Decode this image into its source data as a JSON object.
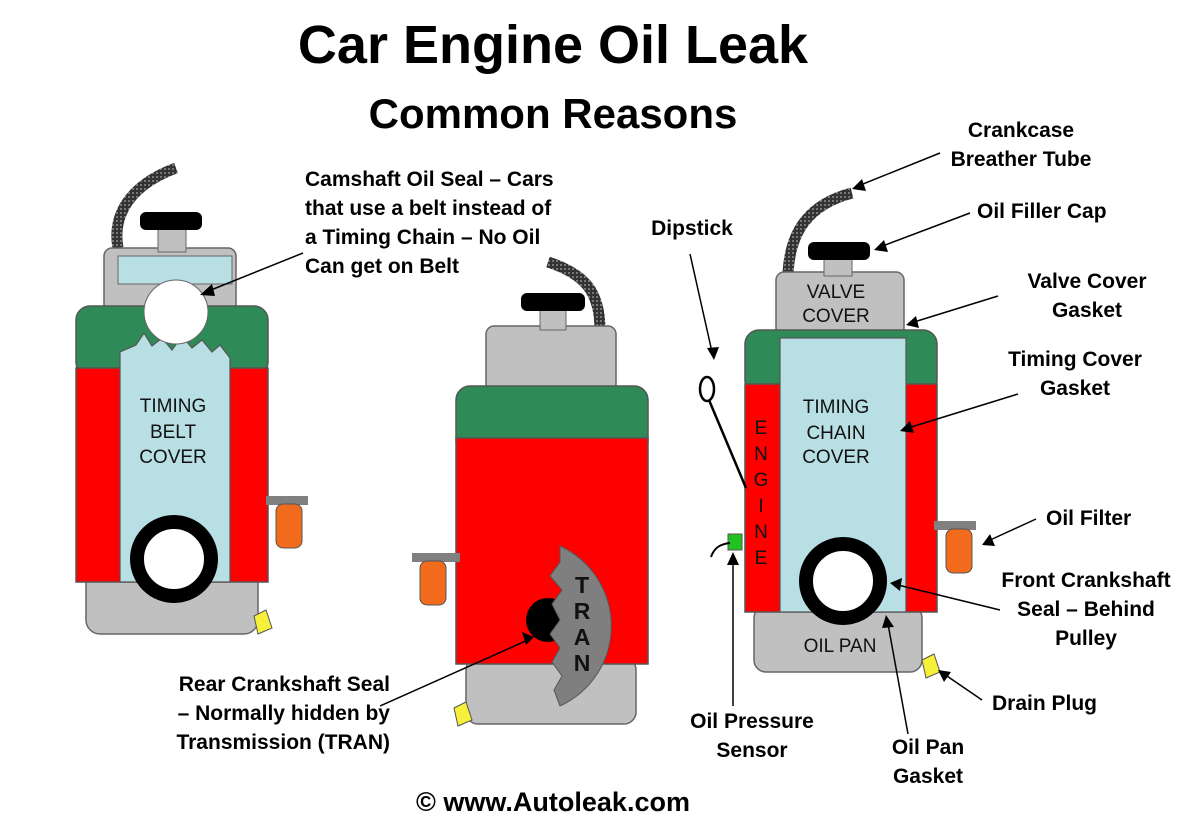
{
  "title": "Car Engine Oil Leak",
  "subtitle": "Common Reasons",
  "copyright": "© www.Autoleak.com",
  "left_engine": {
    "cover_label": [
      "TIMING",
      "BELT",
      "COVER"
    ],
    "callout_camshaft": [
      "Camshaft Oil Seal – Cars",
      "that use a belt instead of",
      "a Timing Chain – No Oil",
      "Can get on Belt"
    ]
  },
  "middle_engine": {
    "tran_letters": [
      "T",
      "R",
      "A",
      "N"
    ],
    "callout_rear_seal": [
      "Rear Crankshaft Seal",
      "– Normally hidden by",
      "Transmission (TRAN)"
    ]
  },
  "right_engine": {
    "valve_cover_label": [
      "VALVE",
      "COVER"
    ],
    "cover_label": [
      "TIMING",
      "CHAIN",
      "COVER"
    ],
    "engine_letters": [
      "E",
      "N",
      "G",
      "I",
      "N",
      "E"
    ],
    "oil_pan_label": "OIL PAN",
    "callouts": {
      "breather": [
        "Crankcase",
        "Breather Tube"
      ],
      "filler": "Oil Filler Cap",
      "dipstick": "Dipstick",
      "valve_gasket": [
        "Valve Cover",
        "Gasket"
      ],
      "timing_gasket": [
        "Timing Cover",
        "Gasket"
      ],
      "oil_filter": "Oil Filter",
      "front_seal": [
        "Front Crankshaft",
        "Seal – Behind",
        "Pulley"
      ],
      "drain_plug": "Drain Plug",
      "pan_gasket": [
        "Oil Pan",
        "Gasket"
      ],
      "pressure_sensor": [
        "Oil Pressure",
        "Sensor"
      ]
    }
  },
  "colors": {
    "gray": "#c0c0c0",
    "green": "#2e8b57",
    "red": "#ff0000",
    "light_blue": "#b8dfe3",
    "orange": "#f26b1d",
    "yellow": "#f7f03a",
    "bright_green": "#22c222"
  }
}
